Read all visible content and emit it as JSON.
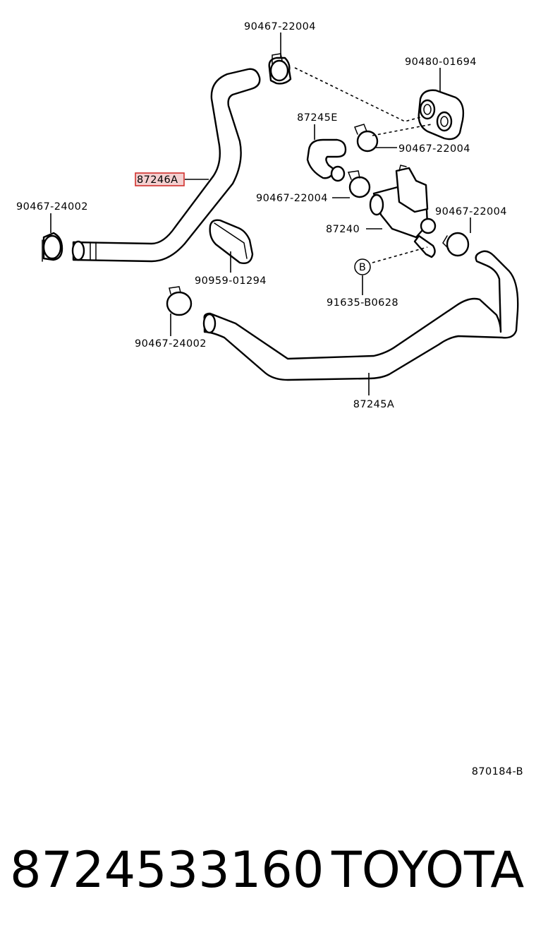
{
  "labels": {
    "clip_top": "90467-22004",
    "grommet": "90480-01694",
    "hose_small": "87245E",
    "clip_right_1": "90467-22004",
    "hose_highlight": "87246A",
    "clip_left": "90467-24002",
    "clip_mid": "90467-22004",
    "clip_right_2": "90467-22004",
    "valve": "87240",
    "bolt_ref": "B",
    "bolt": "91635-B0628",
    "clamp_holder": "90959-01294",
    "clip_lower": "90467-24002",
    "hose_lower": "87245A",
    "diagram_code": "870184-B"
  },
  "highlight_color": "#d0312d",
  "footer": {
    "part_number": "8724533160",
    "brand": "TOYOTA"
  }
}
